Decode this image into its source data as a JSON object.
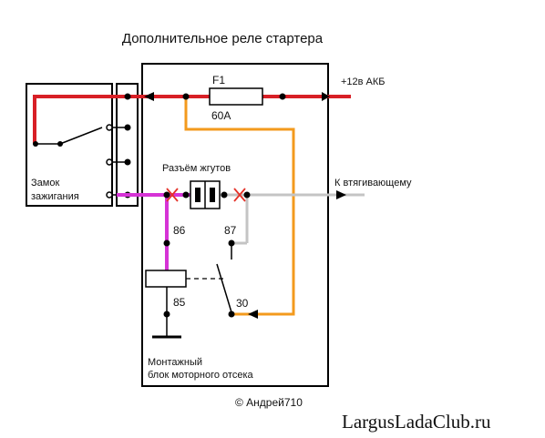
{
  "title": "Дополнительное реле стартера",
  "fuse": {
    "name": "F1",
    "rating": "60A"
  },
  "battery_label": "+12в АКБ",
  "retractor_label": "К втягивающему",
  "connector_label": "Разъём жгутов",
  "ignition_label": {
    "line1": "Замок",
    "line2": "зажигания"
  },
  "terminals": {
    "t86": "86",
    "t87": "87",
    "t85": "85",
    "t30": "30"
  },
  "mount_block_label": {
    "line1": "Монтажный",
    "line2": "блок моторного отсека"
  },
  "copyright": "© Андрей710",
  "site": "LargusLadaClub.ru",
  "colors": {
    "red_wire": "#d81f26",
    "orange_wire": "#f39a1d",
    "magenta_wire": "#d633d6",
    "grey_wire": "#c4c4c4",
    "cut_mark": "#e4332a",
    "line": "#000000"
  }
}
